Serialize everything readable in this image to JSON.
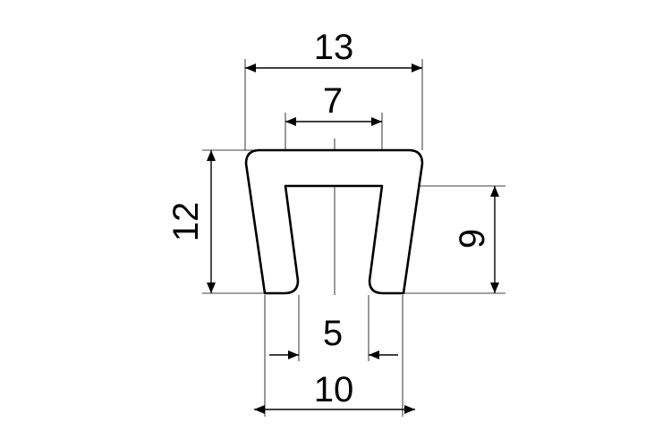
{
  "drawing": {
    "dimensions": {
      "overall_top_width": "13",
      "inner_top_width": "7",
      "overall_height": "12",
      "inner_height": "9",
      "inner_bottom_opening": "5",
      "overall_bottom_width": "10"
    },
    "line_color": "#000000",
    "background": "#ffffff"
  }
}
